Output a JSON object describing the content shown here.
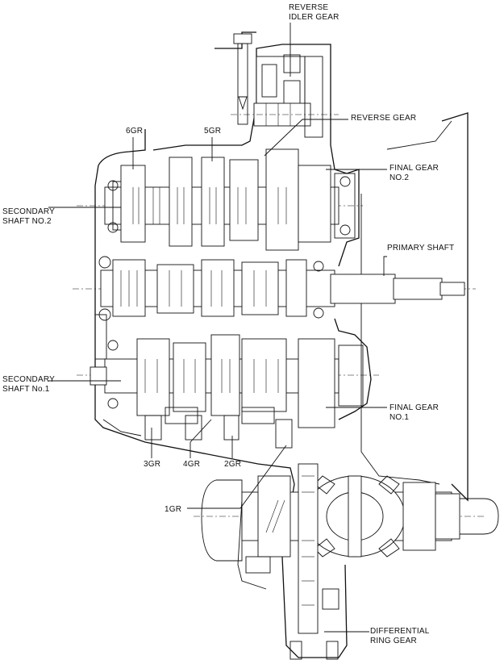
{
  "labels": {
    "reverse_idler_gear": [
      "REVERSE",
      "IDLER GEAR"
    ],
    "reverse_gear": "REVERSE GEAR",
    "final_gear_no2": [
      "FINAL GEAR",
      "NO.2"
    ],
    "primary_shaft": "PRIMARY SHAFT",
    "final_gear_no1": [
      "FINAL GEAR",
      "NO.1"
    ],
    "differential_ring_gear": [
      "DIFFERENTIAL",
      "RING GEAR"
    ],
    "secondary_shaft_no2": [
      "SECONDARY",
      "SHAFT NO.2"
    ],
    "secondary_shaft_no1": [
      "SECONDARY",
      "SHAFT No.1"
    ],
    "gear_6gr": "6GR",
    "gear_5gr": "5GR",
    "gear_3gr": "3GR",
    "gear_4gr": "4GR",
    "gear_2gr": "2GR",
    "gear_1gr": "1GR"
  },
  "colors": {
    "line": "#111111",
    "background": "#ffffff"
  }
}
